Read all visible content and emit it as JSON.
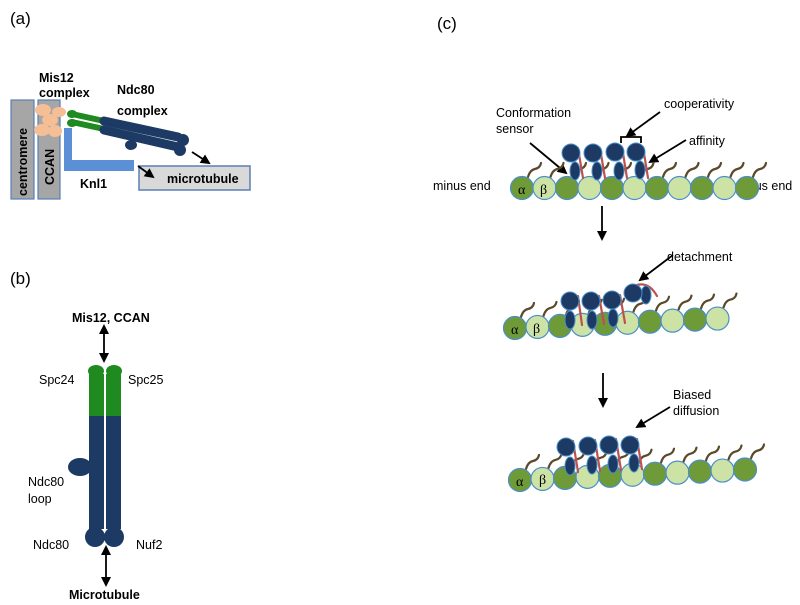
{
  "panels": {
    "a": "(a)",
    "b": "(b)",
    "c": "(c)"
  },
  "panel_a": {
    "mis12_line1": "Mis12",
    "mis12_line2": "complex",
    "ndc80_line1": "Ndc80",
    "ndc80_line2": "complex",
    "centromere": "centromere",
    "ccan": "CCAN",
    "knl1": "Knl1",
    "microtubule": "microtubule"
  },
  "panel_b": {
    "top": "Mis12, CCAN",
    "spc24": "Spc24",
    "spc25": "Spc25",
    "loop_line1": "Ndc80",
    "loop_line2": "loop",
    "ndc80": "Ndc80",
    "nuf2": "Nuf2",
    "bottom": "Microtubule"
  },
  "panel_c": {
    "sensor_line1": "Conformation",
    "sensor_line2": "sensor",
    "cooperativity": "cooperativity",
    "affinity": "affinity",
    "minus_end": "minus end",
    "plus_end": "plus end",
    "alpha": "α",
    "beta": "β",
    "detachment": "detachment",
    "biased_line1": "Biased",
    "biased_line2": "diffusion"
  },
  "colors": {
    "dark_blue": "#1d3a64",
    "green": "#1f8a1f",
    "tubulin_dark": "#6f9a38",
    "tubulin_light": "#cde3a6",
    "knl1_blue": "#5b8fd6",
    "mis12_peach": "#f6be94",
    "grey": "#a6a6a6",
    "red_link": "#c0504d"
  }
}
